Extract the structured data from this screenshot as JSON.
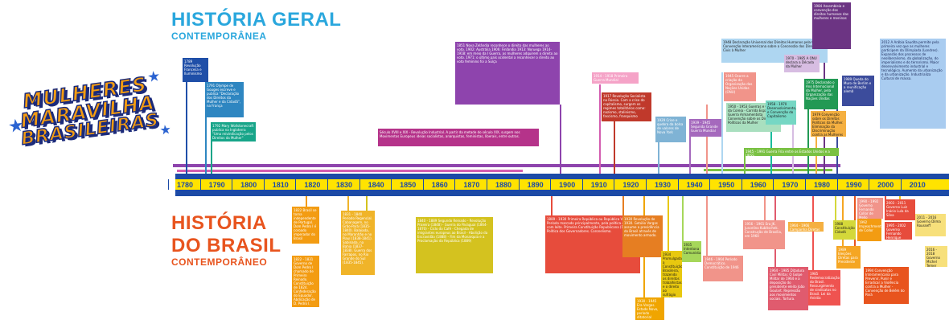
{
  "header_world": {
    "title": "HISTÓRIA GERAL",
    "subtitle": "CONTEMPORÂNEA"
  },
  "header_brazil": {
    "title_line1": "HISTÓRIA",
    "title_line2": "DO BRASIL",
    "subtitle": "CONTEMPORÂNEO"
  },
  "logo": {
    "line1": "MULHERES",
    "line2": "MARAVILHA",
    "line3": "BRASILEIRAS"
  },
  "colors": {
    "timeline_bar": "#1c4aa6",
    "timeline_fill": "#ffe300",
    "year_text": "#1c4aa6",
    "world_title": "#2aa7dd",
    "brazil_title": "#e8541e",
    "logo_fill": "#f39c12",
    "logo_outline": "#1b2a7a"
  },
  "years": [
    "1780",
    "1790",
    "1800",
    "1810",
    "1820",
    "1830",
    "1840",
    "1850",
    "1860",
    "1870",
    "1880",
    "1890",
    "1900",
    "1910",
    "1920",
    "1930",
    "1940",
    "1950",
    "1960",
    "1970",
    "1980",
    "1990",
    "2000",
    "2010"
  ],
  "world_events": [
    {
      "text": "1789 Revolução Francesa e Iluminismo"
    },
    {
      "text": "1791 Olympe de Gouges escreve e publica \"Declaração dos Direitos da Mulher e da Cidadã\", na França"
    },
    {
      "text": "1792 Mary Wollstonecraft publica na Inglaterra \"Uma reivindicação pelos Direitos da Mulher\""
    },
    {
      "text": "Século XVIII e XIX - Revolução Industrial. A partir da metade do século XIX, surgem nos Movimentos Europeus ideias socialistas, anarquistas, feministas, liberais, entre outras."
    },
    {
      "text": "1851 Nova Zelândia reconhece o direito das mulheres ao voto. 1902: Austrália 1906: Finlândia 1913: Noruega 1914-1918: em meio da I Guerra, as mulheres adquirem o direito ao voto. 1971: o último país ocidental a reconhecer o direito ao voto feminino foi a Suíça"
    },
    {
      "text": "1914 - 1918 Primeira Guerra Mundial"
    },
    {
      "text": "1917 Revolução Socialista na Rússia. Com a crise do capitalismo, surgem os regimes totalitários como: nazismo, stalinismo, fascismo, franquismo"
    },
    {
      "text": "1929 Crise e quebra da bolsa de valores de Nova York"
    },
    {
      "text": "1939 - 1945 Segunda Grande Guerra Mundial"
    },
    {
      "text": "1945 Ocorre a criação da Organização das Nações Unidas (ONU)"
    },
    {
      "text": "1948 Declaração Universal dos Direitos Humanos pela ONU. Convenção Interamericana sobre a Concessão dos Direitos Civis à Mulher"
    },
    {
      "text": "1950 - 1953 Guerras e Guerra da Coreia - Corrida Espacial - Guerra Armamentista Convenção sobre os Direitos Políticos da Mulher"
    },
    {
      "text": "1945 - 1991 Guerra Fria entre os Estados Unidos e a URSS"
    },
    {
      "text": "1958 - 1970 Desenvolvimento, e Convenção do Capitalismo"
    },
    {
      "text": "1970 - 1985 A ONU declara a Década da Mulher"
    },
    {
      "text": "1975 Declarado o Ano Internacional da Mulher, pela Organização das Nações Unidas"
    },
    {
      "text": "1979 Convenção sobre os Direitos Políticos da Mulher. Eliminação da Discriminação contra as Mulheres (CEDAW)"
    },
    {
      "text": "1984 Assembleia e convenção dos direitos humanos das mulheres e meninas"
    },
    {
      "text": "1989 Queda do Muro de Berlim e a reunificação alemã"
    },
    {
      "text": "2012 A Arábia Saudita permite pela primeira vez que as mulheres participem da Olimpíada (Londres). Expansão dos processos de neoliberalismo, da globalização, do imperialismo e do terrorismo. Maior desenvolvimento industrial e tecnológico. Aumento da urbanização e da urbanização. Industrializa Cultural de massa."
    }
  ],
  "brazil_events": [
    {
      "text": "1822 Brasil se torna independente de Portugal. Dom Pedro I é coroado imperador do Brasil"
    },
    {
      "text": "1822 - 1831 Governo de Dom Pedro I chamado de Primeiro Reinado. Constituição de 1824. Confederação do Equador. Abdicação de D. Pedro I."
    },
    {
      "text": "1831 - 1840 Período Regencial. Cabanagem, no Grão-Pará (1835-1840). Balaiada, no Maranhão e no Piauí (1838-1841). Sabinada, na Bahia (1837-1838). Guerra dos Farrapos, no Rio Grande do Sul (1835-1845)."
    },
    {
      "text": "1840 - 1889 Segundo Reinado - Revolução Praieira (1848) - Guerra do Paraguai (1864-1870) - Ciclo do Café - Chegada de imigrantes europeus ao Brasil - Abolição da Escravidão (1888) - Fim da Monarquia e a Proclamação da República (1889)"
    },
    {
      "text": "1889 - 1930 Primeira República ou República Velha. Período marcado principalmente, pela política do café com leite. Primeira Constituição Republicana (1891). Política dos Governadores. Coronelismo."
    },
    {
      "text": "1930 Revolução de 1930. Getúlio Vargas assume a presidência do Brasil através de movimento armado."
    },
    {
      "text": "1930 - 1945 Era Vargas. Estado Novo, período ditatorial varguista"
    },
    {
      "text": "1934 Promulgada a Constituição Brasileira, trazendo os direitos trabalhistas e o direito ao sufrágio feminino."
    },
    {
      "text": "1935 Intentona Comunista"
    },
    {
      "text": "1946 - 1964 Período Democrático. Constituição de 1946"
    },
    {
      "text": "1956 - 1961 Era JK. Juscelino Kubitschek. Construção de Brasília, em 1960"
    },
    {
      "text": "1964 - 1966 Campanha Diretas Já"
    },
    {
      "text": "1964 - 1985 Ditadura Civil Militar. O Golpe Militar de 1964 e a deposição do presidente eleito João Goulart. Repressão aos movimentos sociais. Tortura."
    },
    {
      "text": "1985 Redemocratização do Brasil. Ressurgimento de sindicatos no Brasil. Lei da Anistia"
    },
    {
      "text": "1988 Constituição Cidadã"
    },
    {
      "text": "1989 Eleições Diretas para Presidente"
    },
    {
      "text": "1992 Impeachment de Collor"
    },
    {
      "text": "1990 - 1992 Governo Fernando Collor de Mello"
    },
    {
      "text": "1995 - 2002 Governo Fernando Henrique Cardoso"
    },
    {
      "text": "1994 Convenção Interamericana para Prevenir, Punir e Erradicar a Violência contra a Mulher - Convenção de Belém do Pará"
    },
    {
      "text": "2003 - 2011 Governo Luiz Inácio Lula da Silva"
    },
    {
      "text": "2011 - 2016 Governo Dilma Rousseff"
    },
    {
      "text": "2016 - 2018 Governo Michel Temer"
    }
  ]
}
